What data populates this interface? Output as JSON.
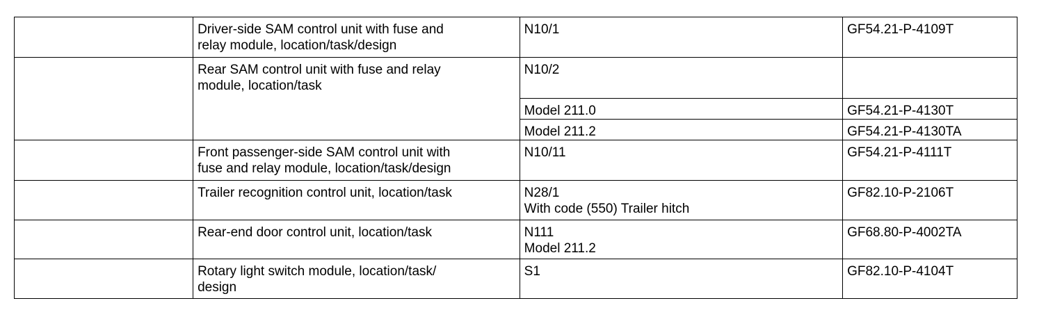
{
  "rows": [
    {
      "component": "Driver-side SAM control unit with fuse and\nrelay module, location/task/design",
      "designation": "N10/1",
      "document": "GF54.21-P-4109T"
    },
    {
      "component": "Rear SAM control unit with fuse and relay\nmodule, location/task",
      "designation": "N10/2",
      "document": "",
      "variants": [
        {
          "label": "Model 211.0",
          "document": "GF54.21-P-4130T"
        },
        {
          "label": "Model 211.2",
          "document": "GF54.21-P-4130TA"
        }
      ]
    },
    {
      "component": "Front passenger-side SAM control unit with\nfuse and relay module, location/task/design",
      "designation": "N10/11",
      "document": "GF54.21-P-4111T"
    },
    {
      "component": "Trailer recognition control unit, location/task",
      "designation": "N28/1\nWith code (550) Trailer hitch",
      "document": "GF82.10-P-2106T"
    },
    {
      "component": "Rear-end door control unit, location/task",
      "designation": "N111\nModel 211.2",
      "document": "GF68.80-P-4002TA"
    },
    {
      "component": "Rotary light switch module, location/task/\ndesign",
      "designation": "S1",
      "document": "GF82.10-P-4104T"
    }
  ]
}
